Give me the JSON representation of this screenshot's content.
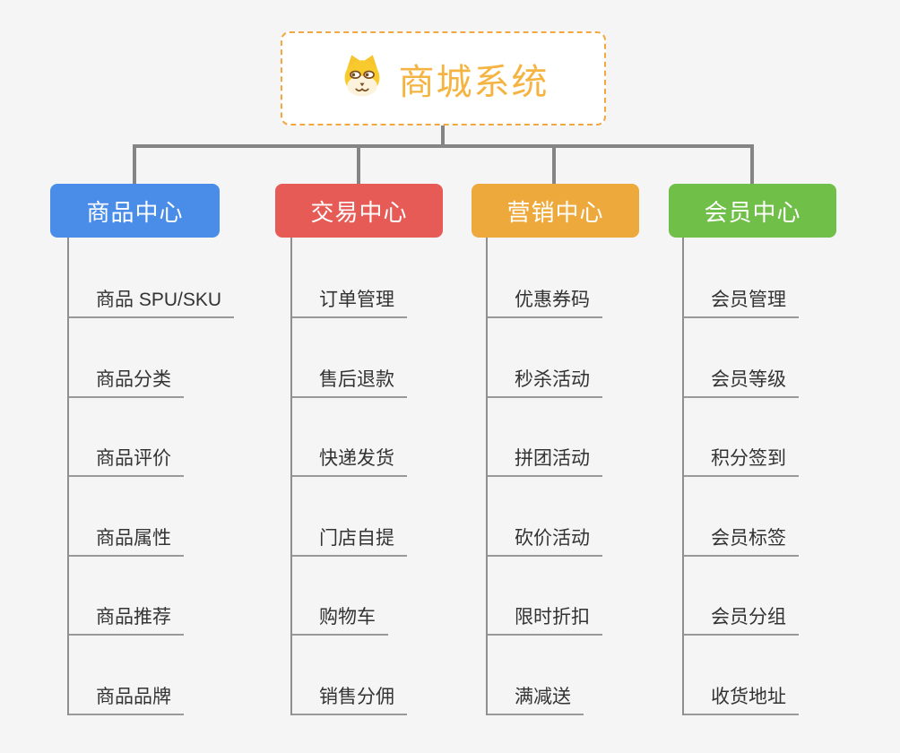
{
  "diagram": {
    "background": "#f5f5f5",
    "connector_color": "#858585",
    "leaf_line_color": "#999999",
    "leaf_text_color": "#333333"
  },
  "root": {
    "title": "商城系统",
    "icon": "shiba-dog-icon",
    "text_color": "#f5b441",
    "border_color": "#f3a73f"
  },
  "branches": [
    {
      "label": "商品中心",
      "color": "#4a8de8",
      "items": [
        "商品 SPU/SKU",
        "商品分类",
        "商品评价",
        "商品属性",
        "商品推荐",
        "商品品牌"
      ]
    },
    {
      "label": "交易中心",
      "color": "#e65b55",
      "items": [
        "订单管理",
        "售后退款",
        "快递发货",
        "门店自提",
        "购物车",
        "销售分佣"
      ]
    },
    {
      "label": "营销中心",
      "color": "#eda93c",
      "items": [
        "优惠券码",
        "秒杀活动",
        "拼团活动",
        "砍价活动",
        "限时折扣",
        "满减送"
      ]
    },
    {
      "label": "会员中心",
      "color": "#6fbf48",
      "items": [
        "会员管理",
        "会员等级",
        "积分签到",
        "会员标签",
        "会员分组",
        "收货地址"
      ]
    }
  ]
}
